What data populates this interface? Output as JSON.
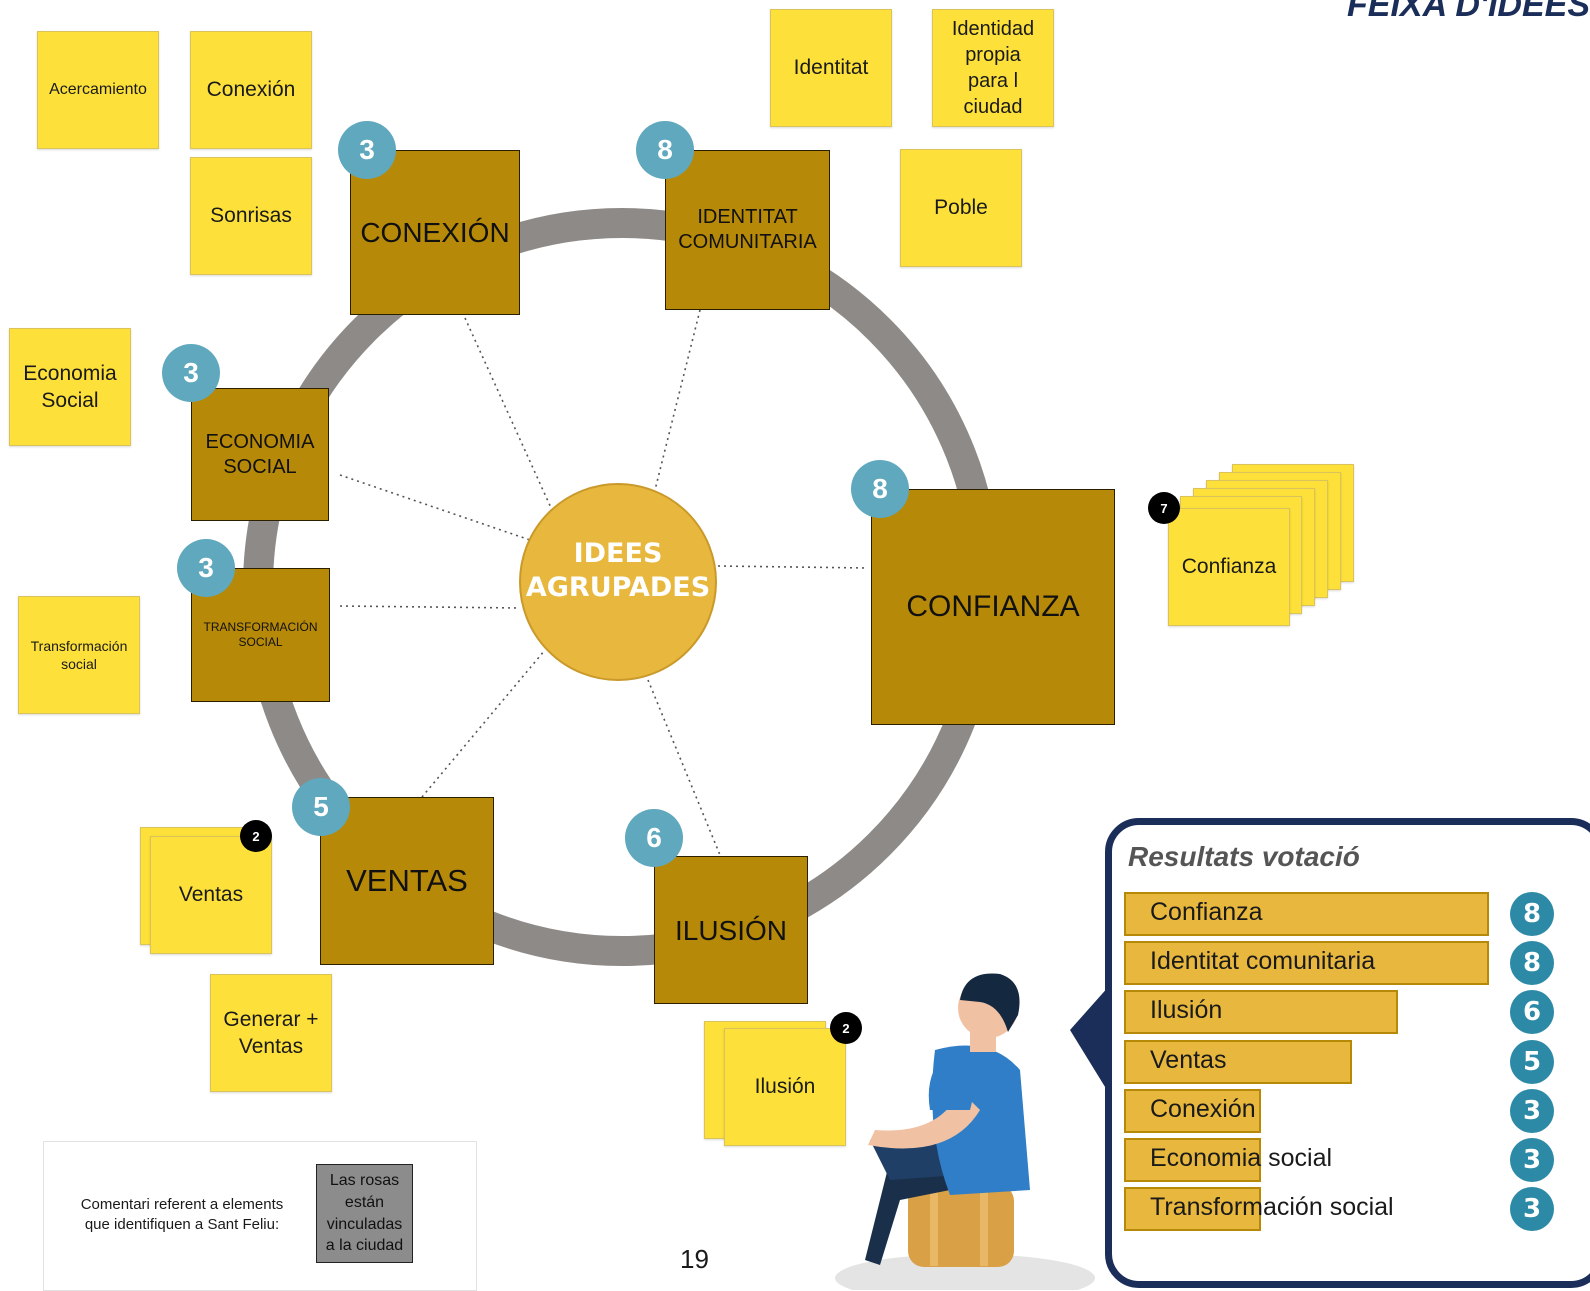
{
  "corner_title": "FEIXA D'IDEES",
  "center": {
    "line1": "IDEES",
    "line2": "AGRUPADES"
  },
  "categories": [
    {
      "label": "CONEXIÓN",
      "votes": "3"
    },
    {
      "label_line1": "IDENTITAT",
      "label_line2": "COMUNITARIA",
      "votes": "8"
    },
    {
      "label_line1": "ECONOMIA",
      "label_line2": "SOCIAL",
      "votes": "3"
    },
    {
      "label_line1": "TRANSFORMACIÓN",
      "label_line2": "SOCIAL",
      "votes": "3"
    },
    {
      "label": "CONFIANZA",
      "votes": "8"
    },
    {
      "label": "VENTAS",
      "votes": "5"
    },
    {
      "label": "ILUSIÓN",
      "votes": "6"
    }
  ],
  "stickies": {
    "acercamiento": "Acercamiento",
    "conexion": "Conexión",
    "sonrisas": "Sonrisas",
    "identitat": "Identitat",
    "identidad": [
      "Identidad",
      "propia",
      "para l",
      "ciudad"
    ],
    "poble": "Poble",
    "economia": [
      "Economia",
      "Social"
    ],
    "transformacion": [
      "Transformación",
      "social"
    ],
    "confianza": "Confianza",
    "confianza_count": "7",
    "ventas": "Ventas",
    "ventas_count": "2",
    "generar": [
      "Generar +",
      "Ventas"
    ],
    "ilusion": "Ilusión",
    "ilusion_count": "2"
  },
  "comment": {
    "label_line1": "Comentari referent a elements",
    "label_line2": "que identifiquen a Sant Feliu:",
    "note": [
      "Las rosas",
      "están",
      "vinculadas",
      "a la ciudad"
    ]
  },
  "page_number": "19",
  "chart_data": {
    "type": "bar",
    "title": "Resultats votació",
    "orientation": "horizontal",
    "categories": [
      "Confianza",
      "Identitat comunitaria",
      "Ilusión",
      "Ventas",
      "Conexión",
      "Economia social",
      "Transformación social"
    ],
    "values": [
      8,
      8,
      6,
      5,
      3,
      3,
      3
    ],
    "value_labels": [
      "8",
      "8",
      "6",
      "5",
      "3",
      "3",
      "3"
    ],
    "xlim": [
      0,
      8
    ],
    "bar_color": "#e8b73e",
    "badge_color": "#2c8aa6",
    "border_color": "#1b2e5a",
    "grid": false
  },
  "colors": {
    "sticky": "#fde13a",
    "category": "#b68908",
    "badge": "#5fa8bd",
    "ring": "#8e8a87",
    "center": "#e8b73e"
  }
}
